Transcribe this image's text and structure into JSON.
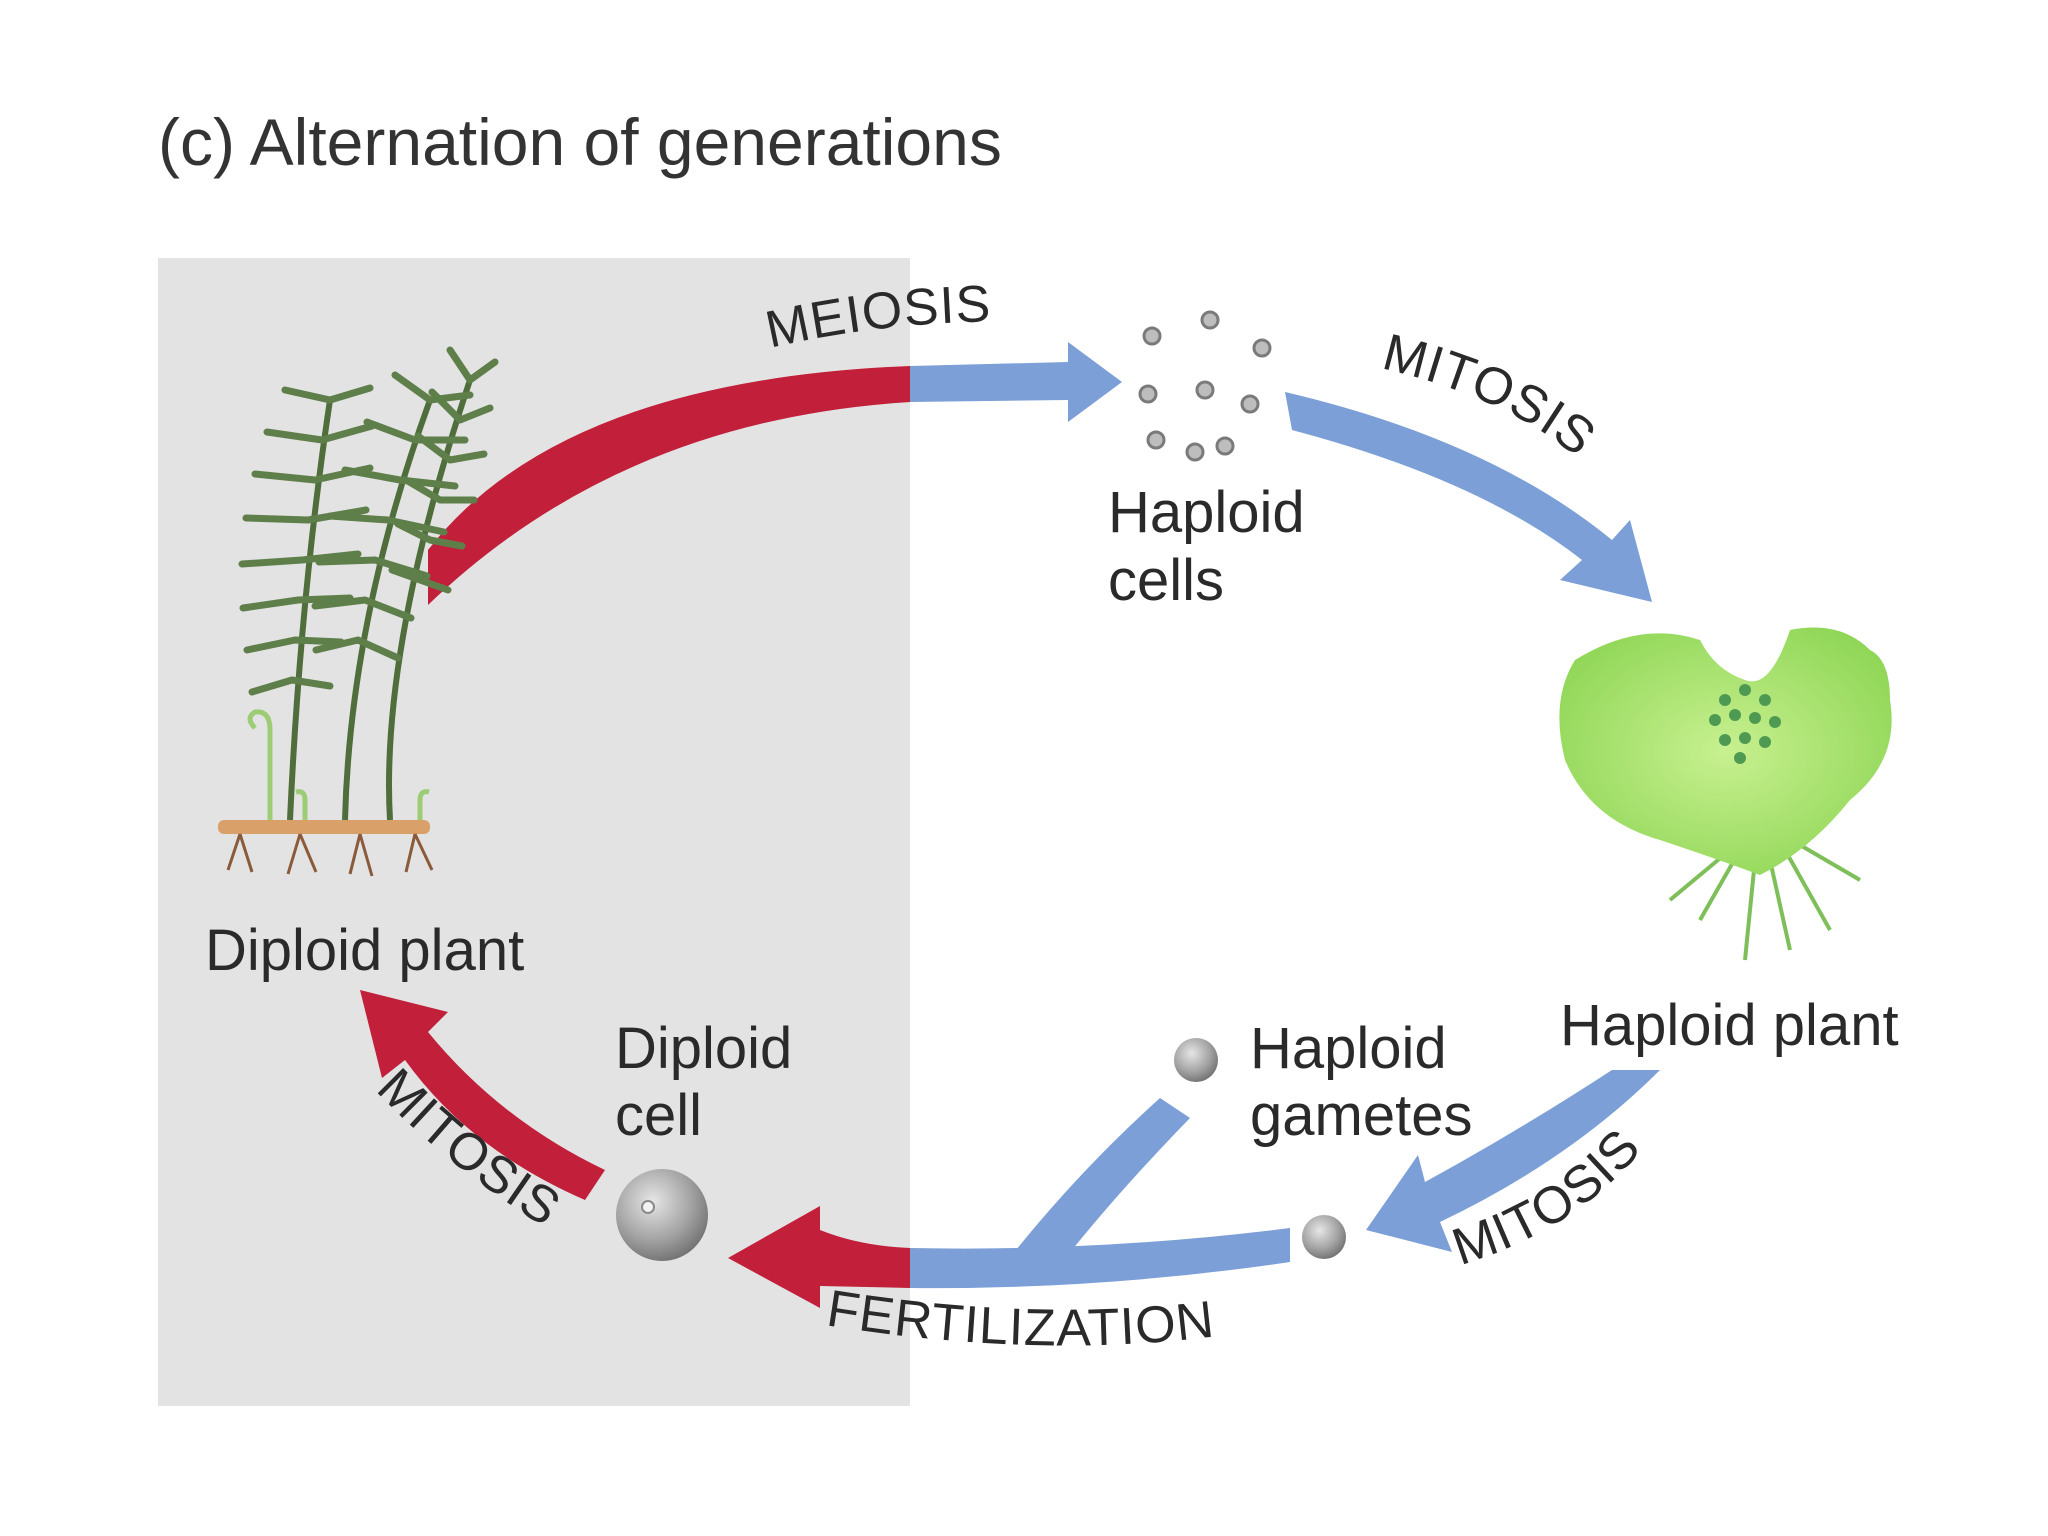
{
  "title": "(c) Alternation of generations",
  "colors": {
    "diploid_arrow": "#c21f3a",
    "haploid_arrow": "#7b9fd6",
    "diploid_panel": "#e3e3e3",
    "haploid_plant": "#9ee06a",
    "fern": "#5f7f4a"
  },
  "nodes": {
    "diploid_plant": {
      "label": "Diploid plant",
      "icon": "fern-icon"
    },
    "haploid_cells": {
      "line1": "Haploid",
      "line2": "cells",
      "icon": "spores-icon"
    },
    "haploid_plant": {
      "label": "Haploid plant",
      "icon": "gametophyte-icon"
    },
    "haploid_gametes": {
      "line1": "Haploid",
      "line2": "gametes",
      "icon": "gamete-icon"
    },
    "diploid_cell": {
      "line1": "Diploid",
      "line2": "cell",
      "icon": "zygote-icon"
    }
  },
  "arrows": {
    "meiosis": "MEIOSIS",
    "mitosis_top": "MITOSIS",
    "mitosis_bottom_right": "MITOSIS",
    "fertilization": "FERTILIZATION",
    "mitosis_bottom_left": "MITOSIS"
  }
}
